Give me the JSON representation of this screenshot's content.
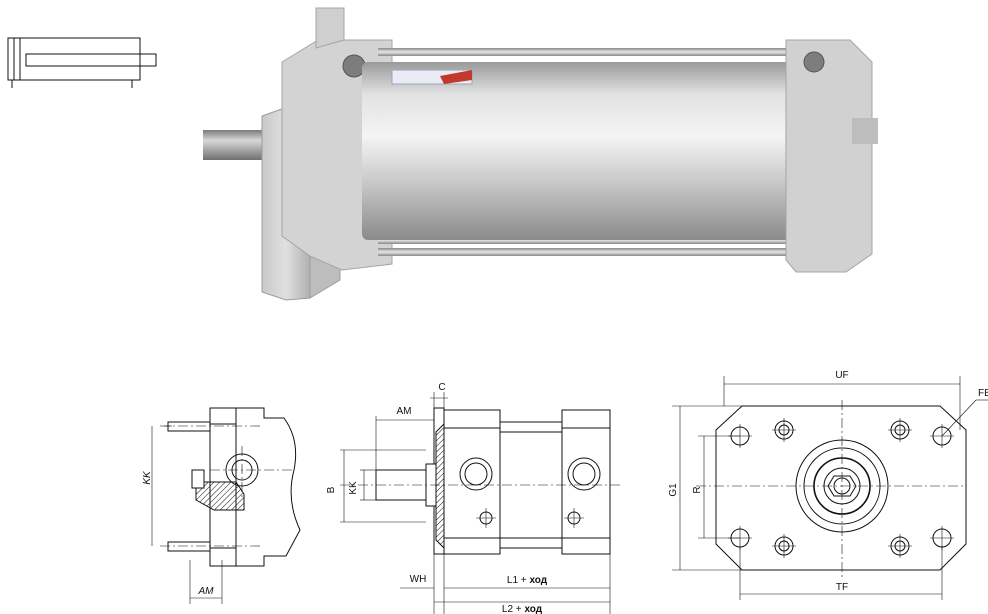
{
  "labels": {
    "am_side": "AM",
    "kk_side": "KK",
    "c": "C",
    "am": "AM",
    "b": "B",
    "kk": "KK",
    "wh": "WH",
    "l1": "L1 + ",
    "l1_bold": "ход",
    "l2": "L2 + ",
    "l2_bold": "ход",
    "uf": "UF",
    "fb": "FB",
    "g1": "G1",
    "r": "R",
    "tf": "TF"
  },
  "colors": {
    "metal_light": "#dcdcdc",
    "metal_mid": "#b9b9b9",
    "metal_dark": "#8f8f8f",
    "label_red": "#c0392b",
    "label_blue": "#2e4f8f"
  }
}
